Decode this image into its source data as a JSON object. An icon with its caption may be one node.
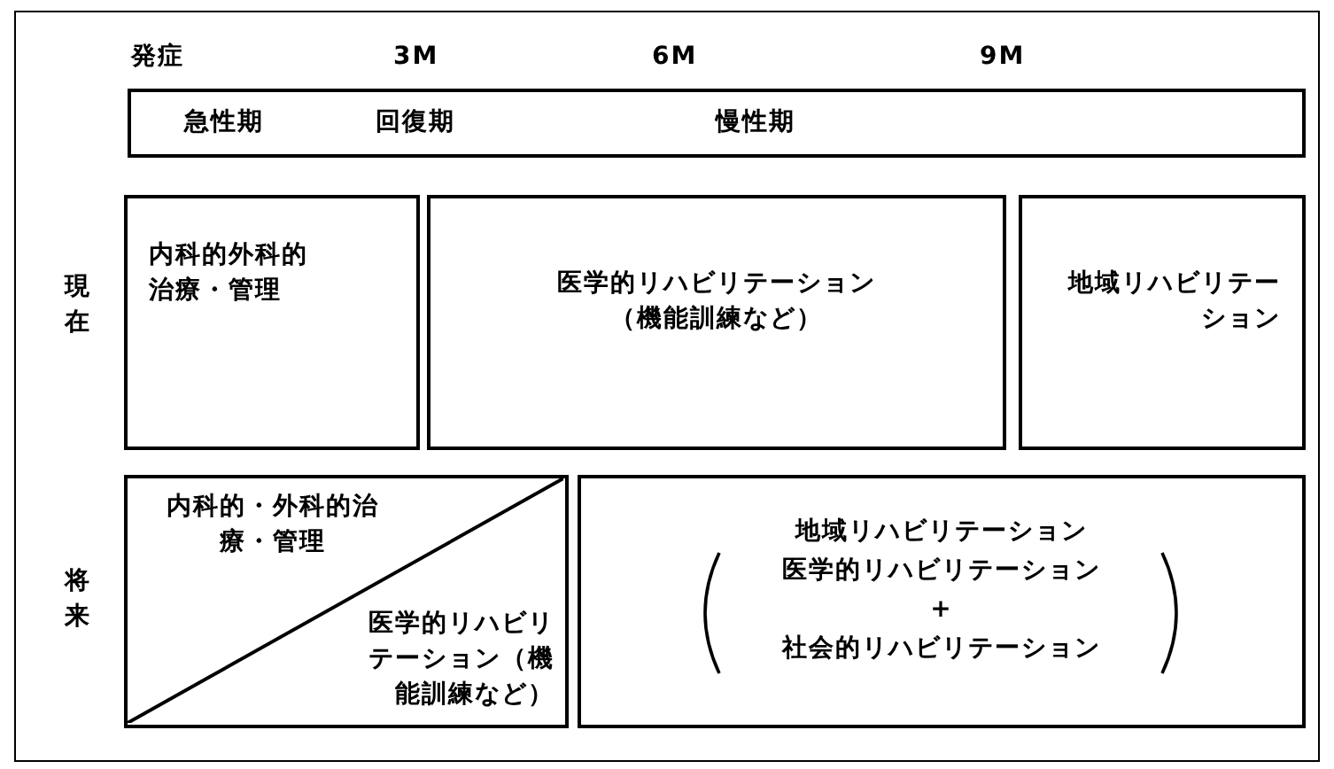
{
  "diagram": {
    "nodes": [
      {
        "text": [
          "急性期",
          "回復期",
          "慢性期"
        ]
      },
      {
        "text": [
          "内科的外科的治療・管理"
        ]
      },
      {
        "text": [
          "医学的リハビリテーション（機能訓練など）"
        ]
      },
      {
        "text": [
          "地域リハビリテーション"
        ]
      },
      {
        "text": [
          "内科的・外科的治療・管理",
          "医学的リハビリテーション（機能訓練など）"
        ]
      },
      {
        "text": [
          "地域リハビリテーション",
          "医学的リハビリテーション",
          "+",
          "社会的リハビリテーション"
        ]
      }
    ],
    "labels": [
      "発症",
      "3M",
      "6M",
      "9M",
      "現在",
      "将来"
    ]
  }
}
